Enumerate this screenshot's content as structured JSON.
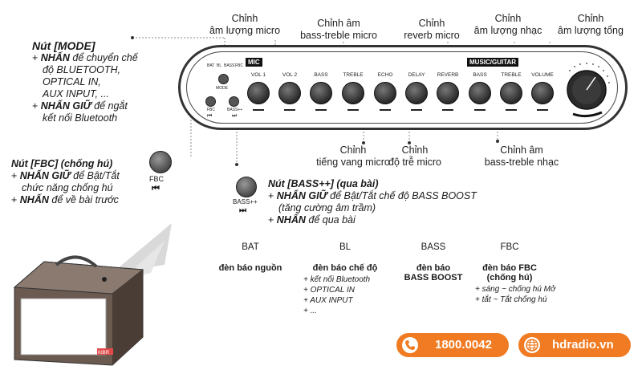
{
  "callouts_top": {
    "mic_volume": "Chỉnh\nâm lượng micro",
    "mic_bass_treble": "Chỉnh âm\nbass-treble micro",
    "reverb": "Chỉnh\nreverb micro",
    "music_volume": "Chỉnh\nâm lượng nhạc",
    "master_volume": "Chỉnh\nâm lượng tổng"
  },
  "callouts_bottom": {
    "echo": "Chỉnh\ntiếng vang micro",
    "delay": "Chỉnh\nđộ trễ micro",
    "music_bass_treble": "Chỉnh âm\nbass-treble nhạc"
  },
  "panel": {
    "mic_tag": "MIC",
    "music_tag": "MUSIC/GUITAR",
    "knobs": [
      {
        "label": "VOL 1"
      },
      {
        "label": "VOL 2"
      },
      {
        "label": "BASS"
      },
      {
        "label": "TREBLE"
      },
      {
        "label": "ECHO"
      },
      {
        "label": "DELAY"
      },
      {
        "label": "REVERB"
      },
      {
        "label": "BASS"
      },
      {
        "label": "TREBLE"
      },
      {
        "label": "VOLUME"
      }
    ],
    "leds": [
      "BAT",
      "BL",
      "BASS",
      "FBC"
    ],
    "mode_label": "MODE",
    "fbc_label": "FBC",
    "fbc_symbol": "⏮",
    "bass_label": "BASS++",
    "bass_symbol": "⏭"
  },
  "mode_note": {
    "title": "Nút [MODE]",
    "lines": [
      {
        "bullet": "+ ",
        "action": "NHẤN",
        "text": " để chuyển chế"
      },
      {
        "bullet": "",
        "action": "",
        "text": "độ BLUETOOTH,"
      },
      {
        "bullet": "",
        "action": "",
        "text": "OPTICAL IN,"
      },
      {
        "bullet": "",
        "action": "",
        "text": "AUX INPUT, ..."
      },
      {
        "bullet": "+ ",
        "action": "NHẤN GIỮ",
        "text": " để ngắt"
      },
      {
        "bullet": "",
        "action": "",
        "text": "kết nối Bluetooth"
      }
    ]
  },
  "fbc_note": {
    "title": "Nút [FBC] (chống hú)",
    "lines": [
      {
        "bullet": "+ ",
        "action": "NHẤN GIỮ",
        "text": " để Bật/Tắt"
      },
      {
        "bullet": "",
        "action": "",
        "text": "chức năng chống hú"
      },
      {
        "bullet": "+ ",
        "action": "NHẤN",
        "text": " để về bài trước"
      }
    ],
    "button_label": "FBC",
    "button_symbol": "⏮"
  },
  "bass_note": {
    "title": "Nút [BASS++] (qua bài)",
    "lines": [
      {
        "bullet": "+ ",
        "action": "NHẤN GIỮ",
        "text": " để Bật/Tắt chế độ BASS BOOST"
      },
      {
        "bullet": "",
        "action": "",
        "text": "(tăng cường âm trầm)"
      },
      {
        "bullet": "+ ",
        "action": "NHẤN",
        "text": " để qua bài"
      }
    ],
    "button_label": "BASS++",
    "button_symbol": "⏭"
  },
  "indicators": [
    {
      "code": "BAT",
      "desc": "đèn báo nguồn",
      "items": []
    },
    {
      "code": "BL",
      "desc": "đèn báo chế độ",
      "items": [
        "+ kết nối Bluetooth",
        "+ OPTICAL IN",
        "+ AUX INPUT",
        "+ ..."
      ]
    },
    {
      "code": "BASS",
      "desc": "đèn báo\nBASS BOOST",
      "items": []
    },
    {
      "code": "FBC",
      "desc": "đèn báo FBC\n(chống hú)",
      "items": [
        "+ sáng ~ chống hú Mở",
        "+ tắt ~ Tắt chống hú"
      ]
    }
  ],
  "contact": {
    "phone": "1800.0042",
    "website": "hdradio.vn",
    "phone_icon": "phone-icon",
    "globe_icon": "globe-icon",
    "color": "#f07b22"
  },
  "speaker_brand": "KIBR"
}
